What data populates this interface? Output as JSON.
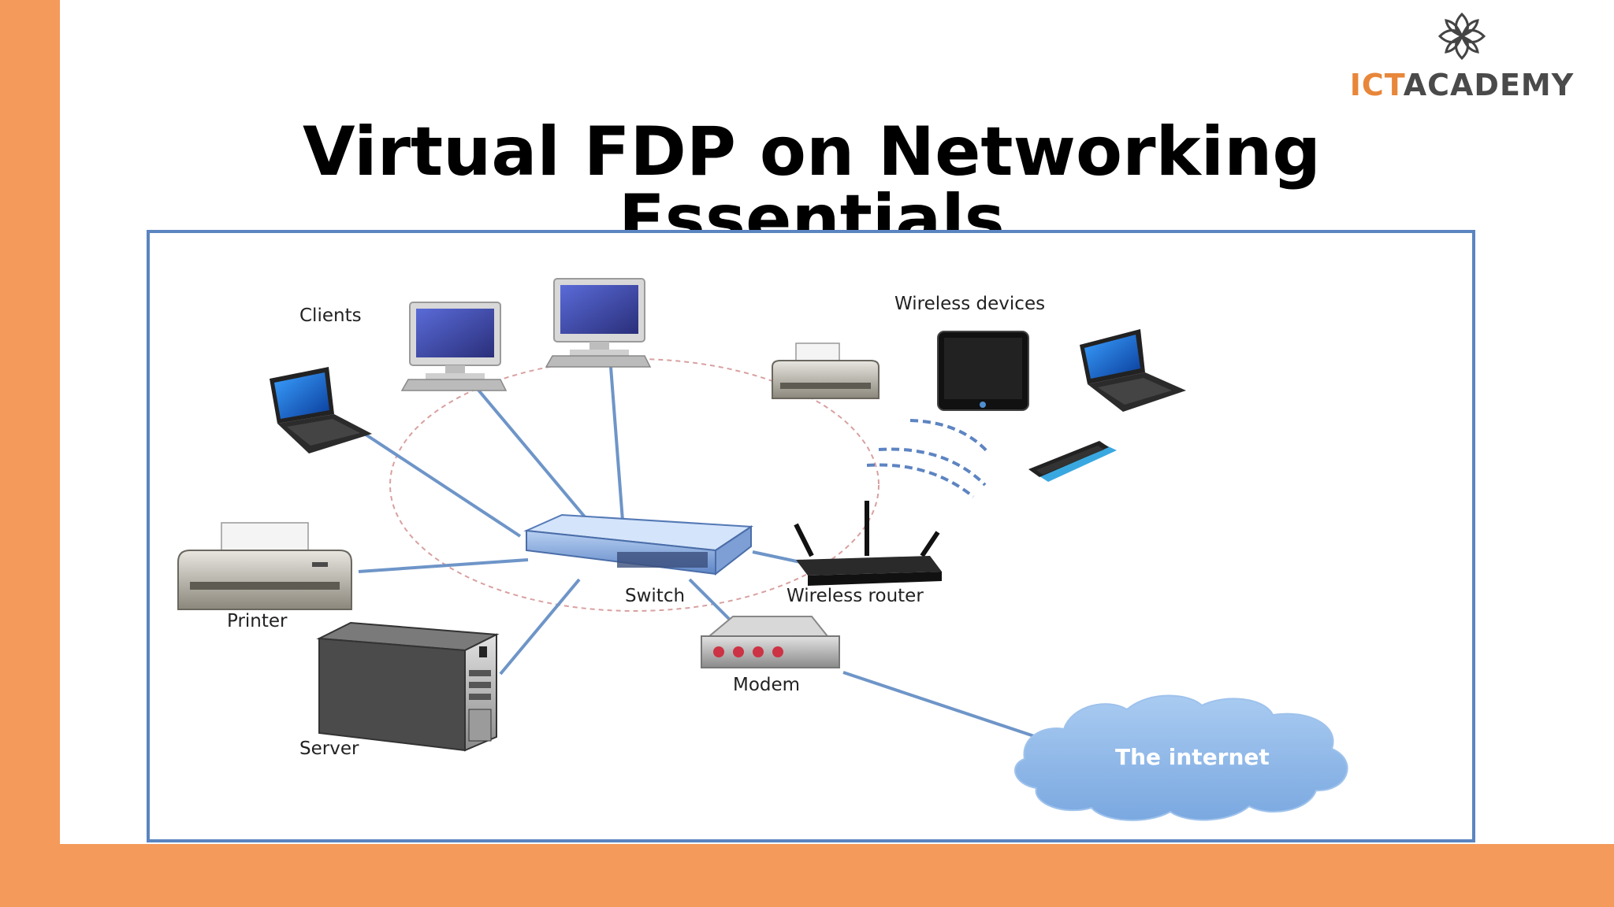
{
  "slide": {
    "title": "Virtual FDP on Networking Essentials",
    "logo": {
      "part1": "ICT",
      "part2": "ACADEMY"
    }
  },
  "diagram": {
    "labels": {
      "clients": "Clients",
      "wireless_devices": "Wireless devices",
      "printer": "Printer",
      "server": "Server",
      "switch": "Switch",
      "wireless_router": "Wireless router",
      "modem": "Modem",
      "internet": "The internet"
    }
  },
  "colors": {
    "accent_orange": "#F49A5A",
    "frame_blue": "#5A85C0",
    "link_blue": "#6E95C8",
    "cloud_blue": "#8FB8E8"
  }
}
